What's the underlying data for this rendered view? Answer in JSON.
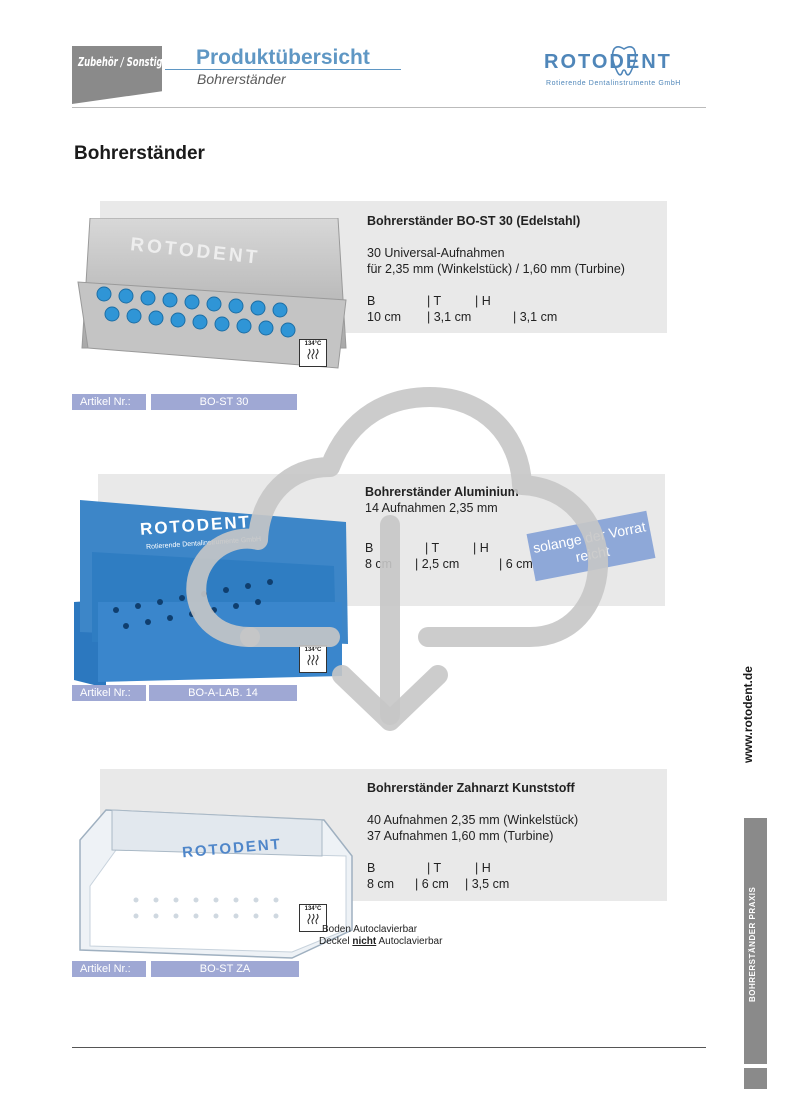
{
  "header": {
    "tag": "Zubehör / Sonstiges",
    "title": "Produktübersicht",
    "subtitle": "Bohrerständer",
    "logo": "ROTODENT",
    "logo_tagline": "Rotierende Dentalinstrumente GmbH"
  },
  "page_title": "Bohrerständer",
  "products": [
    {
      "name": "Bohrerständer BO-ST 30 (Edelstahl)",
      "desc1": "30 Universal-Aufnahmen",
      "desc2": "für 2,35 mm (Winkelstück) / 1,60 mm (Turbine)",
      "dim_head": [
        "B",
        "| T",
        "| H"
      ],
      "dim_val": [
        "10 cm",
        "| 3,1 cm",
        "| 3,1 cm"
      ],
      "article_label": "Artikel Nr.:",
      "article_no": "BO-ST 30",
      "badge": "134°C",
      "image_logo": "ROTODENT"
    },
    {
      "name": "Bohrerständer Aluminium",
      "desc1": "14 Aufnahmen 2,35 mm",
      "dim_head": [
        "B",
        "| T",
        "| H"
      ],
      "dim_val": [
        "8 cm",
        "| 2,5 cm",
        "| 6 cm"
      ],
      "article_label": "Artikel Nr.:",
      "article_no": "BO-A-LAB. 14",
      "badge": "134°C",
      "sticker": "solange der Vorrat reicht",
      "image_logo": "ROTODENT",
      "image_tagline": "Rotierende Dentalinstrumente GmbH"
    },
    {
      "name": "Bohrerständer Zahnarzt Kunststoff",
      "desc1": "40 Aufnahmen 2,35 mm (Winkelstück)",
      "desc2": "37 Aufnahmen 1,60 mm (Turbine)",
      "dim_head": [
        "B",
        "| T",
        "| H"
      ],
      "dim_val": [
        "8 cm",
        "| 6 cm",
        "| 3,5 cm"
      ],
      "article_label": "Artikel Nr.:",
      "article_no": "BO-ST ZA",
      "badge": "134°C",
      "note1": "Boden Autoclavierbar",
      "note2_pre": "Deckel ",
      "note2_bold": "nicht",
      "note2_post": " Autoclavierbar",
      "image_logo": "ROTODENT"
    }
  ],
  "sidebar": {
    "url": "www.rotodent.de",
    "section": "BOHRERSTÄNDER PRAXIS"
  },
  "colors": {
    "accent": "#5f97c4",
    "article_bg": "#9fa8d4",
    "panel_bg": "#e9e9e9",
    "product_blue": "#3d86c8"
  }
}
